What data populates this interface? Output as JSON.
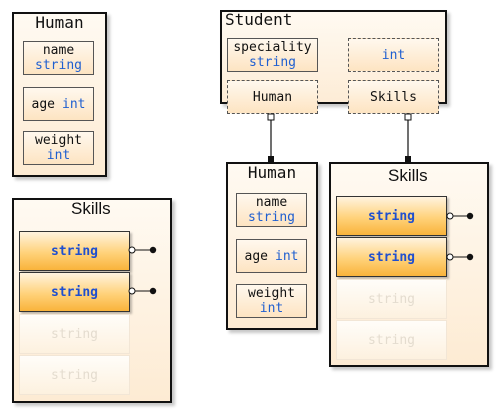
{
  "human": {
    "title": "Human",
    "name_label": "name",
    "name_type": "string",
    "age_label": "age",
    "age_type": "int",
    "weight_label": "weight",
    "weight_type": "int"
  },
  "skills": {
    "title": "Skills",
    "items": [
      "string",
      "string",
      "string",
      "string"
    ]
  },
  "student": {
    "title": "Student",
    "speciality_label": "speciality",
    "speciality_type": "string",
    "extra_type": "int",
    "human_ref": "Human",
    "skills_ref": "Skills"
  },
  "colors": {
    "type_text": "#1f5fd0",
    "skill_fill": "#ffd27a",
    "box_fill": "#fdebd3"
  }
}
